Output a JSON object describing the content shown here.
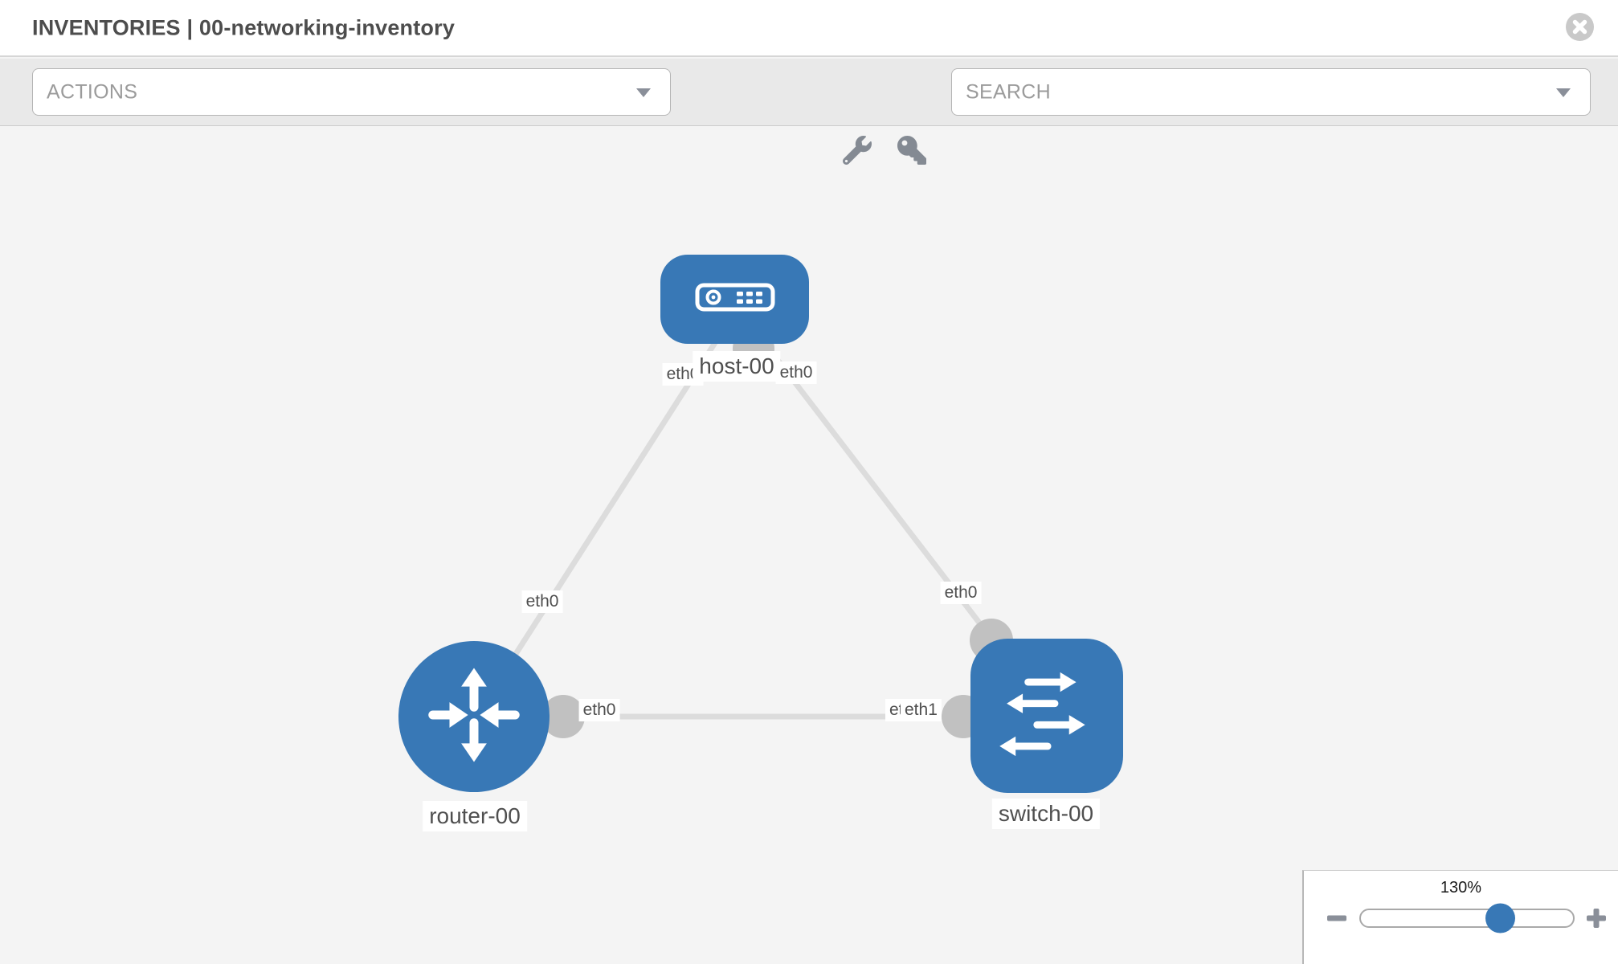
{
  "header": {
    "title": "INVENTORIES | 00-networking-inventory"
  },
  "toolbar": {
    "actions_label": "ACTIONS",
    "search_label": "SEARCH"
  },
  "topology": {
    "nodes": [
      {
        "id": "host-00",
        "type": "host",
        "label": "host-00"
      },
      {
        "id": "router-00",
        "type": "router",
        "label": "router-00"
      },
      {
        "id": "switch-00",
        "type": "switch",
        "label": "switch-00"
      }
    ],
    "links": [
      {
        "from": "host-00",
        "from_port": "eth0",
        "to": "router-00",
        "to_port": "eth0"
      },
      {
        "from": "host-00",
        "from_port": "eth0",
        "to": "switch-00",
        "to_port": "eth0"
      },
      {
        "from": "router-00",
        "from_port": "eth0",
        "to": "switch-00",
        "to_port": "eth1"
      }
    ],
    "port_labels": {
      "host_eth0_left": "eth0",
      "host_eth0_right": "eth0",
      "link_host_router": "eth0",
      "link_host_switch": "eth0",
      "router_eth0": "eth0",
      "switch_eth0": "eth0",
      "switch_eth1": "eth1"
    }
  },
  "zoom_control": {
    "value": "130%"
  },
  "icons": {
    "header_close": "close-icon",
    "toolbar": [
      "wrench-icon",
      "key-icon"
    ],
    "dropdowns": "chevron-down-icon",
    "zoom": [
      "minus-icon",
      "plus-icon"
    ]
  },
  "colors": {
    "node_blue": "#3878b6",
    "link_gray": "#dcdcdc",
    "interface_gray": "#c1c1c1",
    "toolbar_gray": "#e9e9e9",
    "canvas_gray": "#f4f4f4"
  }
}
